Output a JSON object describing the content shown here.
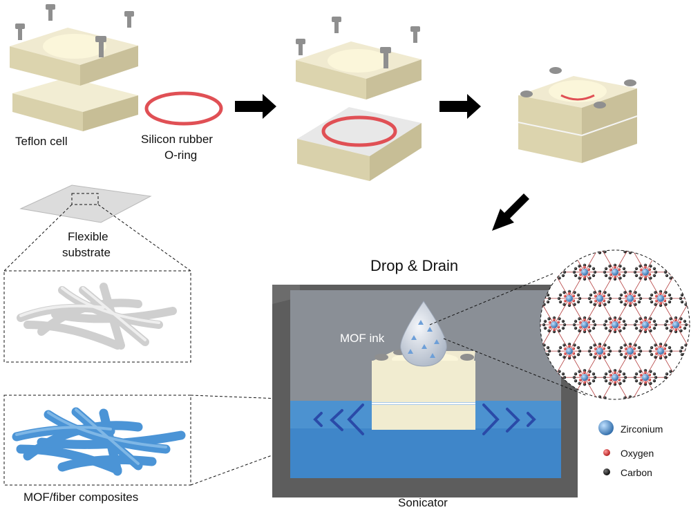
{
  "labels": {
    "teflon_cell": "Teflon cell",
    "oring_line1": "Silicon rubber",
    "oring_line2": "O-ring",
    "flexible_line1": "Flexible",
    "flexible_line2": "substrate",
    "drop_drain": "Drop & Drain",
    "mof_ink": "MOF ink",
    "composites": "MOF/fiber composites",
    "sonicator": "Sonicator"
  },
  "legend": [
    {
      "name": "Zirconium",
      "color": "#4a86c4"
    },
    {
      "name": "Oxygen",
      "color": "#d42a2a"
    },
    {
      "name": "Carbon",
      "color": "#1a1a1a"
    }
  ],
  "colors": {
    "teflon": "#e8e2c2",
    "oring": "#e05055",
    "bolt": "#8e8e8e",
    "water": "#3f86c9",
    "fiber": "#4b94d6",
    "tank": "#5d5d5d"
  }
}
